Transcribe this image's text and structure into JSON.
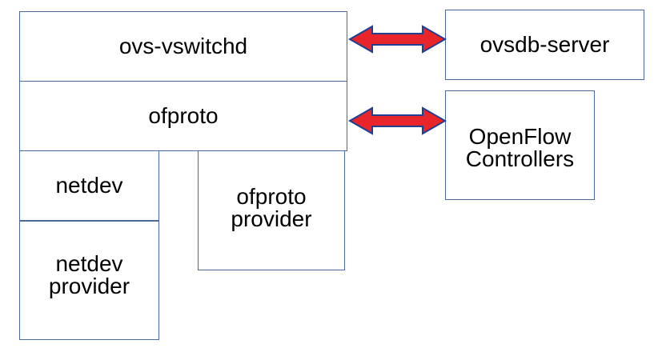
{
  "boxes": {
    "vswitchd": "ovs-vswitchd",
    "ofproto": "ofproto",
    "netdev": "netdev",
    "netdev_provider": "netdev\nprovider",
    "ofproto_provider": "ofproto\nprovider",
    "ovsdb_server": "ovsdb-server",
    "openflow_controllers": "OpenFlow\nControllers"
  },
  "colors": {
    "box_border": "#4a6a9a",
    "arrow_fill": "#e8252b",
    "arrow_stroke": "#1f3f8f"
  }
}
